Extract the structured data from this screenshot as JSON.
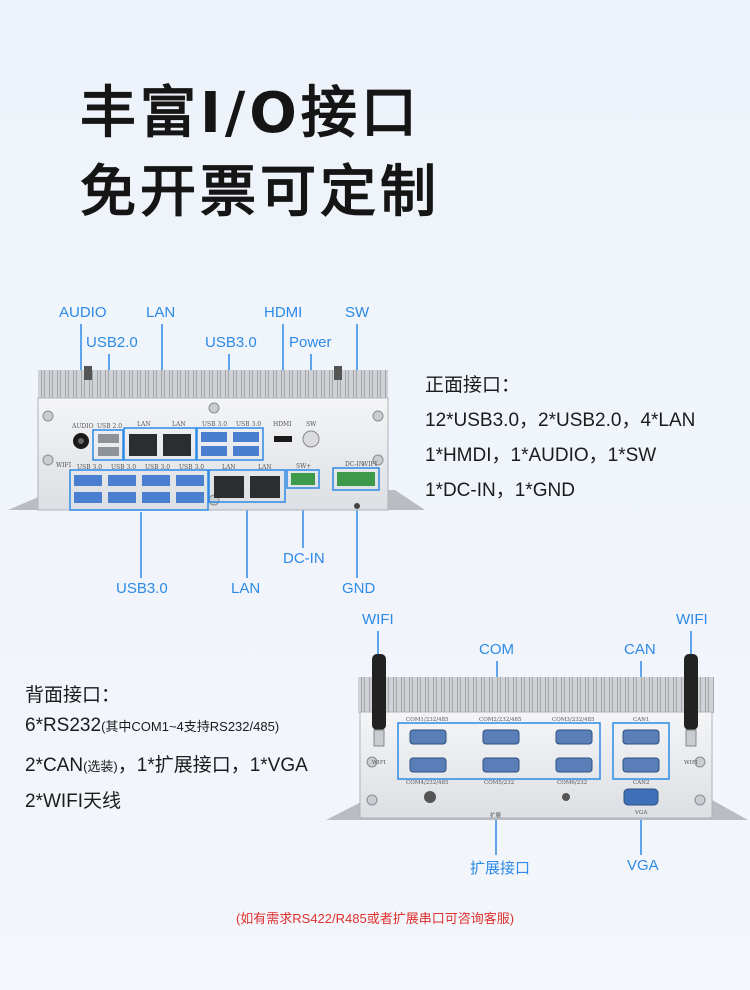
{
  "title": {
    "line1": "丰富I/O接口",
    "line2": "免开票可定制"
  },
  "front": {
    "labels": {
      "audio": "AUDIO",
      "usb20": "USB2.0",
      "lan_top": "LAN",
      "usb30_top": "USB3.0",
      "hdmi": "HDMI",
      "power": "Power",
      "sw": "SW",
      "usb30_bottom": "USB3.0",
      "lan_bottom": "LAN",
      "dcin": "DC-IN",
      "gnd": "GND"
    },
    "silk": {
      "audio": "AUDIO",
      "usb20": "USB 2.0",
      "lan1": "LAN",
      "lan2": "LAN",
      "usb30a": "USB 3.0",
      "usb30b": "USB 3.0",
      "hdmi": "HDMI",
      "sw": "SW",
      "wifi": "WIFI",
      "usb_b1": "USB 3.0",
      "usb_b2": "USB 3.0",
      "usb_b3": "USB 3.0",
      "usb_b4": "USB 3.0",
      "lan_b1": "LAN",
      "lan_b2": "LAN",
      "sw_plus": "SW+",
      "dcin": "DC-IN",
      "wifi_r": "WIFI"
    },
    "desc_title": "正面接口：",
    "desc_lines": [
      "12*USB3.0，2*USB2.0，4*LAN",
      "1*HMDI，1*AUDIO，1*SW",
      "1*DC-IN，1*GND"
    ]
  },
  "back": {
    "labels": {
      "wifi_left": "WIFI",
      "com": "COM",
      "can": "CAN",
      "wifi_right": "WIFI",
      "expand": "扩展接口",
      "vga": "VGA"
    },
    "silk": {
      "com1": "COM1/232/485",
      "com2": "COM2/232/485",
      "com3": "COM3/232/485",
      "can1": "CAN1",
      "com4": "COM4/232/485",
      "com5": "COM5/232",
      "com6": "COM6/232",
      "can2": "CAN2",
      "wifi_l": "WIFI",
      "wifi_r": "WIFI",
      "expand": "扩展",
      "vga": "VGA"
    },
    "desc_title": "背面接口：",
    "desc_line1_main": "6*RS232",
    "desc_line1_small": "(其中COM1~4支持RS232/485)",
    "desc_line2_main": "2*CAN",
    "desc_line2_small": "(选装)",
    "desc_line2_rest": "，1*扩展接口，1*VGA",
    "desc_line3": "2*WIFI天线"
  },
  "note": "(如有需求RS422/R485或者扩展串口可咨询客服)",
  "colors": {
    "accent": "#2d8ae6",
    "note": "#e0302f",
    "title": "#151515"
  }
}
